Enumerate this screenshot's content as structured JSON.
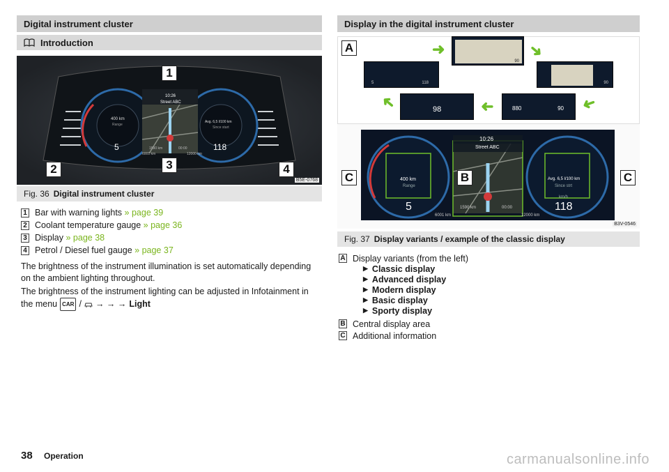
{
  "left": {
    "section_title": "Digital instrument cluster",
    "intro_title": "Introduction",
    "figure": {
      "time": "10:26",
      "street": "Street ABC",
      "range_value": "400",
      "range_unit": "km",
      "range_label": "Range",
      "gear": "5",
      "avg_label": "Avg. 6,5 l/100 km",
      "since_start": "Since start",
      "speed": "118",
      "dist_to_go": "1590 km",
      "clock2": "00:00",
      "odo": "6001 km",
      "trip": "12000 km",
      "code": "B5E-0768",
      "callouts": [
        "1",
        "2",
        "3",
        "4"
      ]
    },
    "caption_num": "Fig. 36",
    "caption_title": "Digital instrument cluster",
    "items": [
      {
        "num": "1",
        "text": "Bar with warning lights",
        "ref": "» page 39"
      },
      {
        "num": "2",
        "text": "Coolant temperature gauge",
        "ref": "» page 36"
      },
      {
        "num": "3",
        "text": "Display",
        "ref": "» page 38"
      },
      {
        "num": "4",
        "text": "Petrol / Diesel fuel gauge",
        "ref": "» page 37"
      }
    ],
    "para1_line1": "The brightness of the instrument illumination is set automatically depending",
    "para1_line2": "on the ambient lighting throughout.",
    "para2_line1": "The brightness of the instrument lighting can be adjusted in Infotainment in",
    "para2_line2": "the menu",
    "para2_arrows": "→ → →",
    "para2_end": "Light",
    "menu_key": "CAR"
  },
  "right": {
    "section_title": "Display in the digital instrument cluster",
    "figure": {
      "label_a": "A",
      "label_b": "B",
      "label_c": "C",
      "time": "10:26",
      "street": "Street ABC",
      "range_value": "400",
      "range_unit": "km",
      "range_label": "Range",
      "gear": "5",
      "avg_label": "Avg. 6,5 l/100 km",
      "since_start": "Since strt",
      "speed": "118",
      "speed_unit": "km/h",
      "dist_to_go": "1590 km",
      "clock2": "00:00",
      "odo": "6001 km",
      "trip": "12000 km",
      "mini_nums": [
        "90",
        "98",
        "880",
        "90",
        "5",
        "118",
        "90"
      ],
      "code": "B3V-0546"
    },
    "caption_num": "Fig. 37",
    "caption_title": "Display variants / example of the classic display",
    "list_a_label": "A",
    "list_a_text": "Display variants (from the left)",
    "variants": [
      "Classic display",
      "Advanced display",
      "Modern display",
      "Basic display",
      "Sporty display"
    ],
    "list_b_label": "B",
    "list_b_text": "Central display area",
    "list_c_label": "C",
    "list_c_text": "Additional information"
  },
  "footer": {
    "page_num": "38",
    "section": "Operation",
    "watermark": "carmanualsonline.info"
  }
}
